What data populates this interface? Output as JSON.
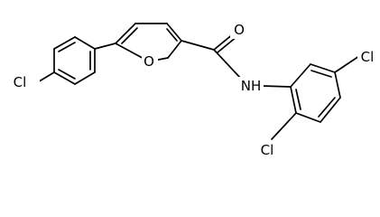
{
  "molecule": {
    "labels": {
      "cl_left": "Cl",
      "cl_top_right": "Cl",
      "cl_bottom": "Cl",
      "oxygen_ring": "O",
      "oxygen_carbonyl": "O",
      "nitrogen": "NH"
    }
  }
}
